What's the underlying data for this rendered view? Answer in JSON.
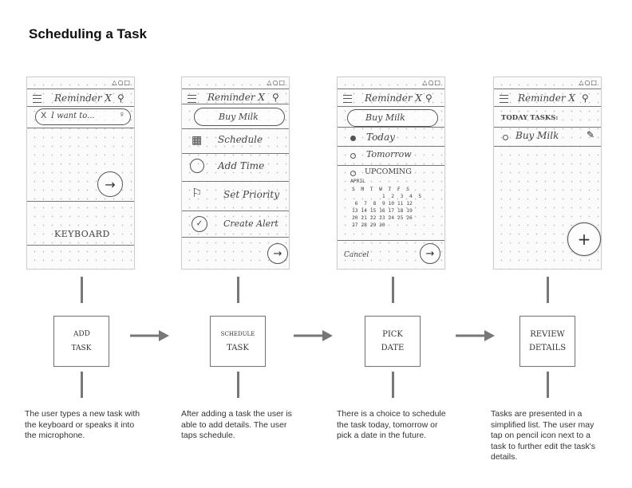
{
  "title": "Scheduling a Task",
  "status_icons": "△○□",
  "screen1": {
    "header": "Reminder X",
    "input": "I want to...",
    "keyboard": "KEYBOARD"
  },
  "screen2": {
    "header": "Reminder X",
    "input": "Buy Milk",
    "options": [
      "Schedule",
      "Add Time",
      "Set Priority",
      "Create Alert"
    ]
  },
  "screen3": {
    "header": "Reminder X",
    "input": "Buy Milk",
    "today": "Today",
    "tomorrow": "Tomorrow",
    "upcoming": "UPCOMING",
    "month": "APRIL",
    "weekdays": "S  M  T  W  T  F  S",
    "cal_rows": [
      "          1  2  3  4  5",
      " 6  7  8  9 10 11 12",
      "13 14 15 16 17 18 19",
      "20 21 22 23 24 25 26",
      "27 28 29 30"
    ],
    "cancel": "Cancel"
  },
  "screen4": {
    "header": "Reminder X",
    "section": "TODAY TASKS:",
    "task": "Buy Milk"
  },
  "steps": [
    {
      "card": [
        "ADD",
        "TASK"
      ],
      "description": "The user types a new task with the keyboard or speaks it into the microphone."
    },
    {
      "card": [
        "SCHEDULE",
        "TASK"
      ],
      "description": "After adding a task the user is able to add details. The user taps schedule."
    },
    {
      "card": [
        "PICK",
        "DATE"
      ],
      "description": "There is a choice to schedule the task today, tomorrow or pick a date in the future."
    },
    {
      "card": [
        "REVIEW",
        "DETAILS"
      ],
      "description": "Tasks are presented in a simplified list. The user may tap on pencil icon next to a task to further edit the task's details."
    }
  ],
  "colors": {
    "connector": "#777777",
    "sketch": "#444444"
  }
}
